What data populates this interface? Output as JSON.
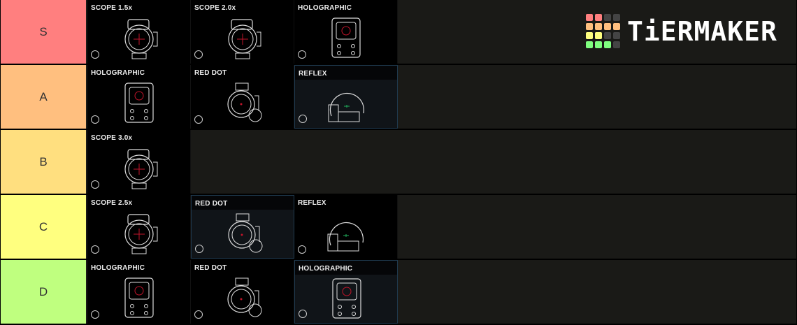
{
  "logo": {
    "text": "TiERMAKER",
    "grid": [
      "#ff7f7f",
      "#ff7f7f",
      "#444",
      "#444",
      "#ffbf7f",
      "#ffbf7f",
      "#ffbf7f",
      "#ffbf7f",
      "#ffff7f",
      "#ffff7f",
      "#444",
      "#444",
      "#7fff7f",
      "#7fff7f",
      "#7fff7f",
      "#444"
    ]
  },
  "tiers": [
    {
      "label": "S",
      "color": "#ff7f7f",
      "items": [
        {
          "name": "SCOPE 1.5x",
          "icon": "scope-icon",
          "reticle": "#c0142a"
        },
        {
          "name": "SCOPE 2.0x",
          "icon": "scope-icon",
          "reticle": "#c0142a"
        },
        {
          "name": "HOLOGRAPHIC",
          "icon": "holographic-sight-icon",
          "reticle": "#c0142a"
        }
      ]
    },
    {
      "label": "A",
      "color": "#ffbf7f",
      "items": [
        {
          "name": "HOLOGRAPHIC",
          "icon": "holographic-sight-icon",
          "reticle": "#c0142a"
        },
        {
          "name": "RED DOT",
          "icon": "red-dot-sight-icon",
          "reticle": "#c0142a"
        },
        {
          "name": "REFLEX",
          "icon": "reflex-sight-icon",
          "reticle": "#1fae5a",
          "alt": true
        }
      ]
    },
    {
      "label": "B",
      "color": "#ffdf7f",
      "items": [
        {
          "name": "SCOPE 3.0x",
          "icon": "scope-icon",
          "reticle": "#c0142a"
        }
      ]
    },
    {
      "label": "C",
      "color": "#ffff7f",
      "items": [
        {
          "name": "SCOPE 2.5x",
          "icon": "scope-icon",
          "reticle": "#c0142a"
        },
        {
          "name": "RED DOT",
          "icon": "red-dot-sight-icon",
          "reticle": "#c0142a",
          "alt": true
        },
        {
          "name": "REFLEX",
          "icon": "reflex-sight-icon",
          "reticle": "#1fae5a"
        }
      ]
    },
    {
      "label": "D",
      "color": "#bfff7f",
      "items": [
        {
          "name": "HOLOGRAPHIC",
          "icon": "holographic-sight-icon",
          "reticle": "#c0142a"
        },
        {
          "name": "RED DOT",
          "icon": "red-dot-sight-icon",
          "reticle": "#c0142a"
        },
        {
          "name": "HOLOGRAPHIC",
          "icon": "holographic-sight-icon",
          "reticle": "#c0142a",
          "alt": true
        }
      ]
    }
  ]
}
